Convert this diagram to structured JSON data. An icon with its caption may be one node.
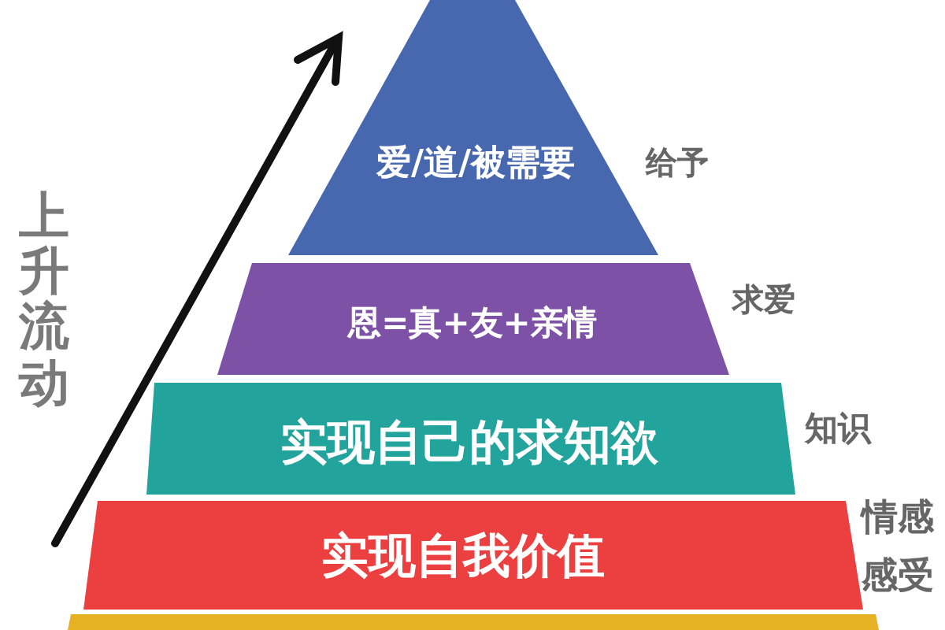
{
  "diagram": {
    "nodes": [
      {
        "text": [
          "爱/道/被需要"
        ],
        "beside": [
          "给予"
        ]
      },
      {
        "text": [
          "恩=真+友+亲情"
        ],
        "beside": [
          "求爱"
        ]
      },
      {
        "text": [
          "实现自己的求知欲"
        ],
        "beside": [
          "知识"
        ]
      },
      {
        "text": [
          "实现自我价值"
        ],
        "beside": [
          "情感感受"
        ]
      },
      {
        "text": [],
        "shape": "bar"
      }
    ],
    "labels": [
      "上升流动"
    ]
  }
}
